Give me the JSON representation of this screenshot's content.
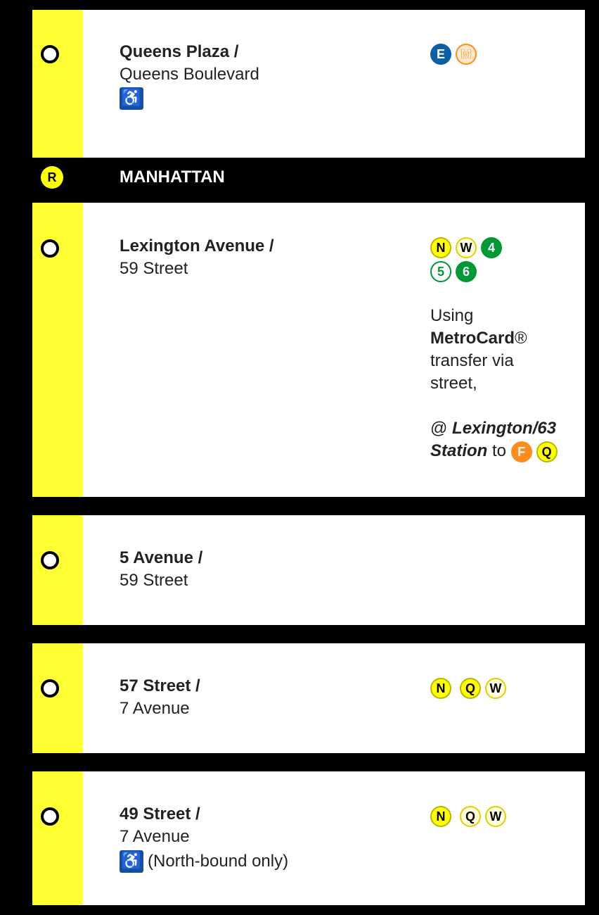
{
  "section_header": {
    "route_badge": "R",
    "label": "MANHATTAN"
  },
  "stations": [
    {
      "name_line1": "Queens Plaza /",
      "name_line2": "Queens Boulevard",
      "accessible": true,
      "trains": [
        {
          "label": "E",
          "style": "blue"
        },
        {
          "label": "M",
          "style": "orange-ltd"
        }
      ]
    },
    {
      "name_line1": "Lexington Avenue /",
      "name_line2": "59 Street",
      "accessible": false,
      "trains": [
        {
          "label": "N",
          "style": "yellow"
        },
        {
          "label": "W",
          "style": "yellow-ltd"
        },
        {
          "label": "4",
          "style": "green"
        },
        {
          "label": "5",
          "style": "green-ltd"
        },
        {
          "label": "6",
          "style": "green"
        }
      ],
      "transfer_note": {
        "line1": "Using",
        "line2_bold": "MetroCard",
        "line2_reg": "®",
        "line3": "transfer via",
        "line4": "street,",
        "at": "@",
        "station_bold_1": "Lexington/63",
        "station_bold_2": "Station",
        "to": "to",
        "transfer_trains": [
          {
            "label": "F",
            "style": "orange"
          },
          {
            "label": "Q",
            "style": "yellow"
          }
        ]
      }
    },
    {
      "name_line1": "5 Avenue /",
      "name_line2": "59 Street",
      "accessible": false,
      "trains": []
    },
    {
      "name_line1": "57 Street /",
      "name_line2": "7 Avenue",
      "accessible": false,
      "trains": [
        {
          "label": "N",
          "style": "yellow"
        },
        {
          "label": "Q",
          "style": "yellow"
        },
        {
          "label": "W",
          "style": "yellow-ltd"
        }
      ]
    },
    {
      "name_line1": "49 Street /",
      "name_line2": "7 Avenue",
      "accessible": true,
      "accessible_note": "(North-bound only)",
      "trains": [
        {
          "label": "N",
          "style": "yellow"
        },
        {
          "label": "Q",
          "style": "yellow-ltd"
        },
        {
          "label": "W",
          "style": "yellow-ltd"
        }
      ]
    }
  ],
  "colors": {
    "line_yellow": "#ffff33",
    "accessible_blue": "#1450a0"
  },
  "icons": {
    "accessible": "wheelchair-icon",
    "stop": "station-stop-icon"
  }
}
